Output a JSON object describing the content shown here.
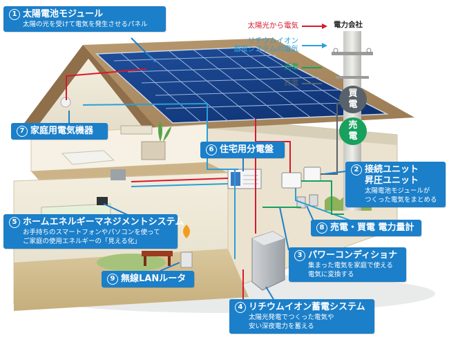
{
  "legend": {
    "solar": {
      "label": "太陽光から電気",
      "color": "#d7192e"
    },
    "battery": {
      "label": "リチウムイオン\n蓄電システムの電気",
      "color": "#2a9fd9"
    },
    "sell": {
      "label": "売電",
      "color": "#17a05e"
    },
    "buy": {
      "label": "買電",
      "color": "#59626a"
    }
  },
  "power_company": "電力会社",
  "pole": {
    "buy_label": "買\n電",
    "sell_label": "売\n電"
  },
  "callouts": {
    "c1": {
      "num": "1",
      "title": "太陽電池モジュール",
      "desc": "太陽の光を受けて電気を発生させるパネル"
    },
    "c2": {
      "num": "2",
      "title": "接続ユニット\n昇圧ユニット",
      "desc": "太陽電池モジュールが\nつくった電気をまとめる"
    },
    "c3": {
      "num": "3",
      "title": "パワーコンディショナ",
      "desc": "集まった電気を家庭で使える\n電気に変換する"
    },
    "c4": {
      "num": "4",
      "title": "リチウムイオン蓄電システム",
      "desc": "太陽光発電でつくった電気や\n安い深夜電力を蓄える"
    },
    "c5": {
      "num": "5",
      "title": "ホームエネルギーマネジメントシステム",
      "desc": "お手持ちのスマートフォンやパソコンを使って\nご家庭の使用エネルギーの「見える化」"
    },
    "c6": {
      "num": "6",
      "title": "住宅用分電盤",
      "desc": ""
    },
    "c7": {
      "num": "7",
      "title": "家庭用電気機器",
      "desc": ""
    },
    "c8": {
      "num": "8",
      "title": "売電・買電 電力量計",
      "desc": ""
    },
    "c9": {
      "num": "9",
      "title": "無線LANルータ",
      "desc": ""
    }
  }
}
